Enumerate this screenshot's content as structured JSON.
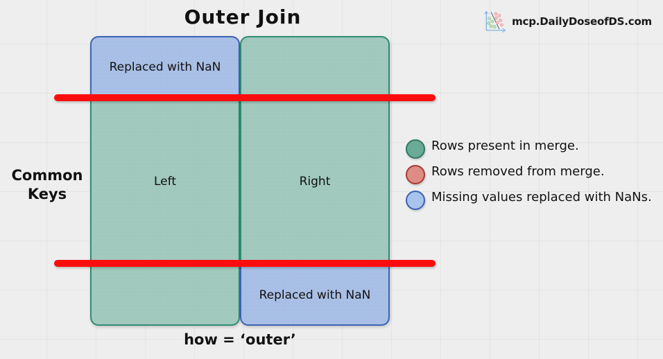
{
  "title": "Outer Join",
  "brand": {
    "logo_icon": "scatter-plot-icon",
    "text": "mcp.DailyDoseofDS.com"
  },
  "axis_label": "Common\nKeys",
  "axis_label_line1": "Common",
  "axis_label_line2": "Keys",
  "caption": "how = ‘outer’",
  "diagram": {
    "columns": [
      {
        "name": "left",
        "segments": [
          {
            "id": "left-top",
            "fill": "blue",
            "label": "Replaced with NaN"
          },
          {
            "id": "left-mid",
            "fill": "green",
            "label": "Left"
          },
          {
            "id": "left-bottom",
            "fill": "green",
            "label": ""
          }
        ]
      },
      {
        "name": "right",
        "segments": [
          {
            "id": "right-top",
            "fill": "green",
            "label": ""
          },
          {
            "id": "right-mid",
            "fill": "green",
            "label": "Right"
          },
          {
            "id": "right-bottom",
            "fill": "blue",
            "label": "Replaced with NaN"
          }
        ]
      }
    ],
    "cut_lines": 2,
    "cut_line_color": "#fc0d0d"
  },
  "legend": {
    "items": [
      {
        "color_name": "green",
        "color": "#6aab97",
        "label": "Rows present in merge."
      },
      {
        "color_name": "red",
        "color": "#dd8d86",
        "label": "Rows removed from merge."
      },
      {
        "color_name": "blue",
        "color": "#a9c4ec",
        "label": "Missing values replaced with NaNs."
      }
    ]
  },
  "colors": {
    "background": "#eeeeee",
    "green_fill": "#9cc8bb",
    "green_border": "#2f8a73",
    "blue_fill": "#a4bde8",
    "blue_border": "#3c62b4",
    "red_line": "#fc0d0d",
    "text": "#111111"
  }
}
